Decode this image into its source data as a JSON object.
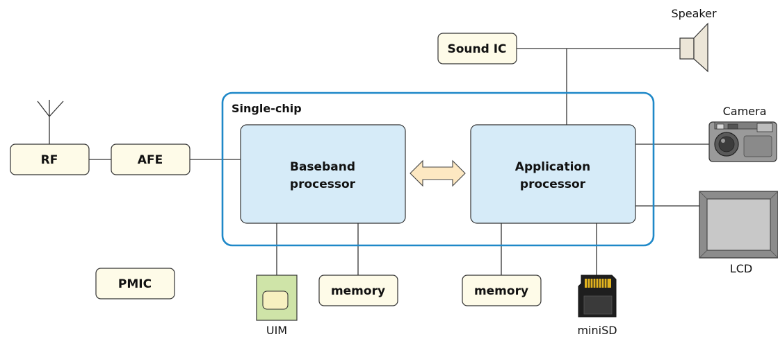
{
  "colors": {
    "small_box_fill": "#fefbe8",
    "processor_fill": "#d6ebf8",
    "chip_border": "#1e88c8",
    "line": "#333333",
    "arrow_fill": "#fde8c2"
  },
  "labels": {
    "rf": "RF",
    "afe": "AFE",
    "pmic": "PMIC",
    "sound_ic": "Sound IC",
    "single_chip": "Single-chip",
    "baseband_line1": "Baseband",
    "baseband_line2": "processor",
    "application_line1": "Application",
    "application_line2": "processor",
    "memory_left": "memory",
    "memory_right": "memory",
    "speaker": "Speaker",
    "camera": "Camera",
    "lcd": "LCD",
    "uim": "UIM",
    "minisd": "miniSD"
  },
  "icons": {
    "antenna": "antenna-icon",
    "speaker": "speaker-icon",
    "camera": "camera-icon",
    "lcd": "lcd-icon",
    "uim": "uim-card-icon",
    "minisd": "minisd-card-icon"
  }
}
